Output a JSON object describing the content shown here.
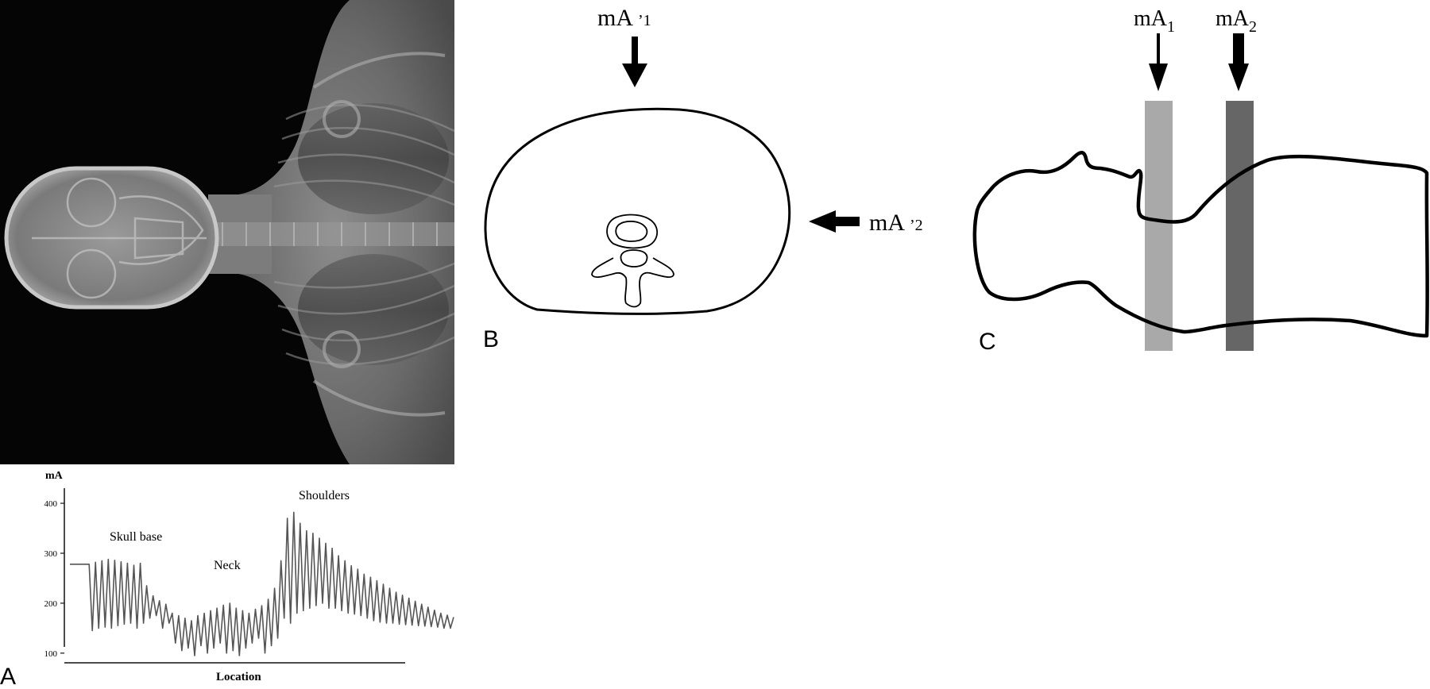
{
  "panels": {
    "a": {
      "letter": "A",
      "chart_data": {
        "type": "line",
        "ylabel": "mA",
        "xlabel": "Location",
        "ylim": [
          60,
          470
        ],
        "yticks": [
          100,
          200,
          300,
          400
        ],
        "grid": false,
        "annotations": [
          "Skull base",
          "Neck",
          "Shoulders"
        ],
        "series": [
          {
            "values": [
              278,
              278,
              278,
              278,
              278,
              278,
              278,
              145,
              282,
              150,
              285,
              152,
              288,
              150,
              286,
              155,
              283,
              158,
              280,
              160,
              276,
              150,
              280,
              160,
              235,
              170,
              215,
              175,
              205,
              150,
              198,
              160,
              180,
              120,
              175,
              105,
              170,
              110,
              165,
              95,
              175,
              115,
              180,
              100,
              185,
              110,
              190,
              120,
              196,
              100,
              200,
              105,
              190,
              95,
              185,
              110,
              180,
              120,
              188,
              130,
              195,
              100,
              208,
              115,
              230,
              130,
              285,
              170,
              370,
              160,
              382,
              180,
              360,
              185,
              345,
              190,
              340,
              195,
              330,
              200,
              320,
              190,
              310,
              190,
              295,
              185,
              285,
              180,
              275,
              178,
              268,
              175,
              258,
              170,
              252,
              165,
              245,
              162,
              238,
              160,
              230,
              160,
              222,
              158,
              216,
              157,
              210,
              156,
              204,
              155,
              198,
              154,
              192,
              153,
              186,
              152,
              180,
              150,
              176,
              150,
              172
            ]
          }
        ]
      }
    },
    "b": {
      "letter": "B",
      "arrow_top_label": "mA",
      "arrow_top_sub": "’1",
      "arrow_side_label": "mA",
      "arrow_side_sub": "’2"
    },
    "c": {
      "letter": "C",
      "band1_label": "mA",
      "band1_sub": "1",
      "band2_label": "mA",
      "band2_sub": "2",
      "band1_color": "#a9a9a9",
      "band2_color": "#666666"
    }
  }
}
